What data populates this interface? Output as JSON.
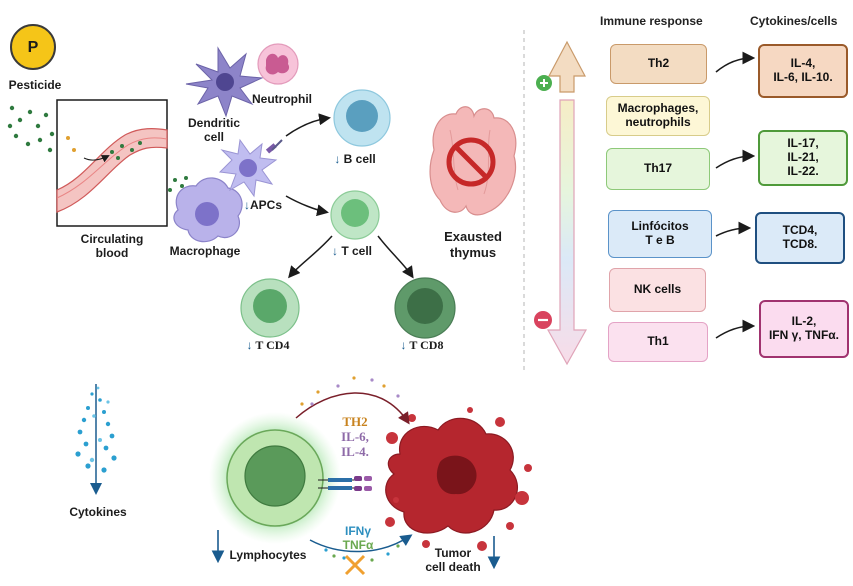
{
  "top_left": {
    "pesticide_badge": "P",
    "pesticide": "Pesticide",
    "circulating_blood": "Circulating\nblood",
    "macrophage": "Macrophage",
    "dendritic_cell": "Dendritic\ncell",
    "neutrophil": "Neutrophil",
    "apcs": "APCs",
    "b_cell": "B cell",
    "t_cell": "T cell",
    "t_cd4": "T CD4",
    "t_cd8": "T CD8",
    "exhausted_thymus": "Exausted\nthymus",
    "down_arrow": "↓"
  },
  "right_panel": {
    "header_immune": "Immune response",
    "header_cytokines": "Cytokines/cells",
    "plus": "+",
    "minus": "−",
    "responses": [
      {
        "label": "Th2",
        "color": "#f3dcc2",
        "border": "#c99a6a"
      },
      {
        "label": "Macrophages,\nneutrophils",
        "color": "#fdf7d6",
        "border": "#d8cc8a"
      },
      {
        "label": "Th17",
        "color": "#e6f6dc",
        "border": "#8ec979"
      },
      {
        "label": "Linfócitos\nT e B",
        "color": "#dbeaf8",
        "border": "#5b93c9"
      },
      {
        "label": "NK cells",
        "color": "#fbe1e3",
        "border": "#e0a4aa"
      },
      {
        "label": "Th1",
        "color": "#fbe1ef",
        "border": "#e4a3c6"
      }
    ],
    "cytokines": [
      {
        "label": "IL-4,\nIL-6, IL-10.",
        "color": "#f6d8c2",
        "border": "#9a5a2a"
      },
      {
        "label": "IL-17,\nIL-21,\nIL-22.",
        "color": "#e6f6dc",
        "border": "#4f9a3a"
      },
      {
        "label": "TCD4,\nTCD8.",
        "color": "#dbeaf8",
        "border": "#1f4f80"
      },
      {
        "label": "IL-2,\nIFN γ, TNFα.",
        "color": "#fbdcef",
        "border": "#a0336f"
      }
    ]
  },
  "bottom": {
    "cytokines": "Cytokines",
    "lymphocytes": "Lymphocytes",
    "tumor_cell_death": "Tumor\ncell death",
    "th2": "TH2",
    "il6": "IL-6,",
    "il4": "IL-4.",
    "ifn": "IFNγ",
    "tnf": "TNFα",
    "down_arrow": "↓"
  },
  "colors": {
    "th2_text": "#c8831f",
    "il_text": "#8e6aa8",
    "ifn_text": "#2e8fbf",
    "tnf_text": "#6aa84f",
    "arrow_dark": "#1a5c8f"
  }
}
